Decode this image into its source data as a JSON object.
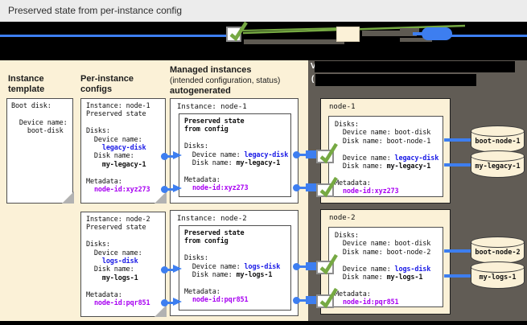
{
  "title_bar": {
    "title": "Preserved state from per-instance config"
  },
  "colors": {
    "accent_blue": "#3d7ef0",
    "text_blue": "#1b1be6",
    "text_magenta": "#a800f2",
    "check_green": "#76a943",
    "panel_cream": "#fbf1d7",
    "panel_dark": "#615c55",
    "band_black": "#000000",
    "titlebar_gray": "#ececec"
  },
  "icons": {
    "legend_check": "green-check-icon",
    "legend_box": "cream-box-icon",
    "legend_oval": "blue-oval-icon",
    "connector": "blue-dot-arrow",
    "status_check": "green-check-icon",
    "disk": "disk-cylinder-icon"
  },
  "columns": {
    "template_header": {
      "line1": "Instance",
      "line2": "template"
    },
    "configs_header": {
      "line1": "Per-instance",
      "line2": "configs"
    },
    "managed_header": {
      "line1": "Managed instances",
      "line2": "(intended configuration, status)",
      "line3": "autogenerated"
    }
  },
  "template_box": {
    "lines": [
      [
        [
          "p",
          "Boot disk:"
        ]
      ],
      [],
      [
        [
          "p",
          "  Device name:"
        ]
      ],
      [
        [
          "p",
          "    boot-disk"
        ]
      ]
    ]
  },
  "configs": [
    {
      "lines": [
        [
          [
            "p",
            "Instance: node-1"
          ]
        ],
        [
          [
            "p",
            "Preserved state"
          ]
        ],
        [],
        [
          [
            "p",
            "Disks:"
          ]
        ],
        [
          [
            "p",
            "  Device name:"
          ]
        ],
        [
          [
            "p",
            "    "
          ],
          [
            "u",
            "legacy-disk"
          ]
        ],
        [
          [
            "p",
            "  Disk name:"
          ]
        ],
        [
          [
            "p",
            "    "
          ],
          [
            "b",
            "my-legacy-1"
          ]
        ],
        [],
        [
          [
            "p",
            "Metadata:"
          ]
        ],
        [
          [
            "p",
            "  "
          ],
          [
            "m",
            "node-id:xyz273"
          ]
        ]
      ]
    },
    {
      "lines": [
        [
          [
            "p",
            "Instance: node-2"
          ]
        ],
        [
          [
            "p",
            "Preserved state"
          ]
        ],
        [],
        [
          [
            "p",
            "Disks:"
          ]
        ],
        [
          [
            "p",
            "  Device name:"
          ]
        ],
        [
          [
            "p",
            "    "
          ],
          [
            "u",
            "logs-disk"
          ]
        ],
        [
          [
            "p",
            "  Disk name:"
          ]
        ],
        [
          [
            "p",
            "    "
          ],
          [
            "b",
            "my-logs-1"
          ]
        ],
        [],
        [
          [
            "p",
            "Metadata:"
          ]
        ],
        [
          [
            "p",
            "  "
          ],
          [
            "m",
            "node-id:pqr851"
          ]
        ]
      ]
    }
  ],
  "managed": [
    {
      "title": "Instance: node-1",
      "lines": [
        [
          [
            "b",
            "Preserved state"
          ]
        ],
        [
          [
            "b",
            "from config"
          ]
        ],
        [],
        [
          [
            "p",
            "Disks:"
          ]
        ],
        [
          [
            "p",
            "  Device name: "
          ],
          [
            "u",
            "legacy-disk"
          ]
        ],
        [
          [
            "p",
            "  Disk name: "
          ],
          [
            "b",
            "my-legacy-1"
          ]
        ],
        [],
        [
          [
            "p",
            "Metadata:"
          ]
        ],
        [
          [
            "p",
            "  "
          ],
          [
            "m",
            "node-id:xyz273"
          ]
        ]
      ]
    },
    {
      "title": "Instance: node-2",
      "lines": [
        [
          [
            "b",
            "Preserved state"
          ]
        ],
        [
          [
            "b",
            "from config"
          ]
        ],
        [],
        [
          [
            "p",
            "Disks:"
          ]
        ],
        [
          [
            "p",
            "  Device name: "
          ],
          [
            "u",
            "logs-disk"
          ]
        ],
        [
          [
            "p",
            "  Disk name: "
          ],
          [
            "b",
            "my-logs-1"
          ]
        ],
        [],
        [
          [
            "p",
            "Metadata:"
          ]
        ],
        [
          [
            "p",
            "  "
          ],
          [
            "m",
            "node-id:pqr851"
          ]
        ]
      ]
    }
  ],
  "vms": [
    {
      "name": "node-1",
      "lines": [
        [
          [
            "p",
            "Disks:"
          ]
        ],
        [
          [
            "p",
            "  Device name: boot-disk"
          ]
        ],
        [
          [
            "p",
            "  Disk name: boot-node-1"
          ]
        ],
        [],
        [
          [
            "p",
            "  Device name: "
          ],
          [
            "u",
            "legacy-disk"
          ]
        ],
        [
          [
            "p",
            "  Disk name: "
          ],
          [
            "b",
            "my-legacy-1"
          ]
        ],
        [],
        [
          [
            "p",
            "Metadata:"
          ]
        ],
        [
          [
            "p",
            "  "
          ],
          [
            "m",
            "node-id:xyz273"
          ]
        ]
      ],
      "disks": [
        {
          "label": "boot-node-1"
        },
        {
          "label": "my-legacy-1"
        }
      ]
    },
    {
      "name": "node-2",
      "lines": [
        [
          [
            "p",
            "Disks:"
          ]
        ],
        [
          [
            "p",
            "  Device name: boot-disk"
          ]
        ],
        [
          [
            "p",
            "  Disk name: boot-node-2"
          ]
        ],
        [],
        [
          [
            "p",
            "  Device name: "
          ],
          [
            "u",
            "logs-disk"
          ]
        ],
        [
          [
            "p",
            "  Disk name: "
          ],
          [
            "b",
            "my-logs-1"
          ]
        ],
        [],
        [
          [
            "p",
            "Metadata:"
          ]
        ],
        [
          [
            "p",
            "  "
          ],
          [
            "m",
            "node-id:pqr851"
          ]
        ]
      ],
      "disks": [
        {
          "label": "boot-node-2"
        },
        {
          "label": "my-logs-1"
        }
      ]
    }
  ],
  "vm_panel": {
    "redacted": {
      "glyph1": "V",
      "glyph2": "("
    }
  }
}
